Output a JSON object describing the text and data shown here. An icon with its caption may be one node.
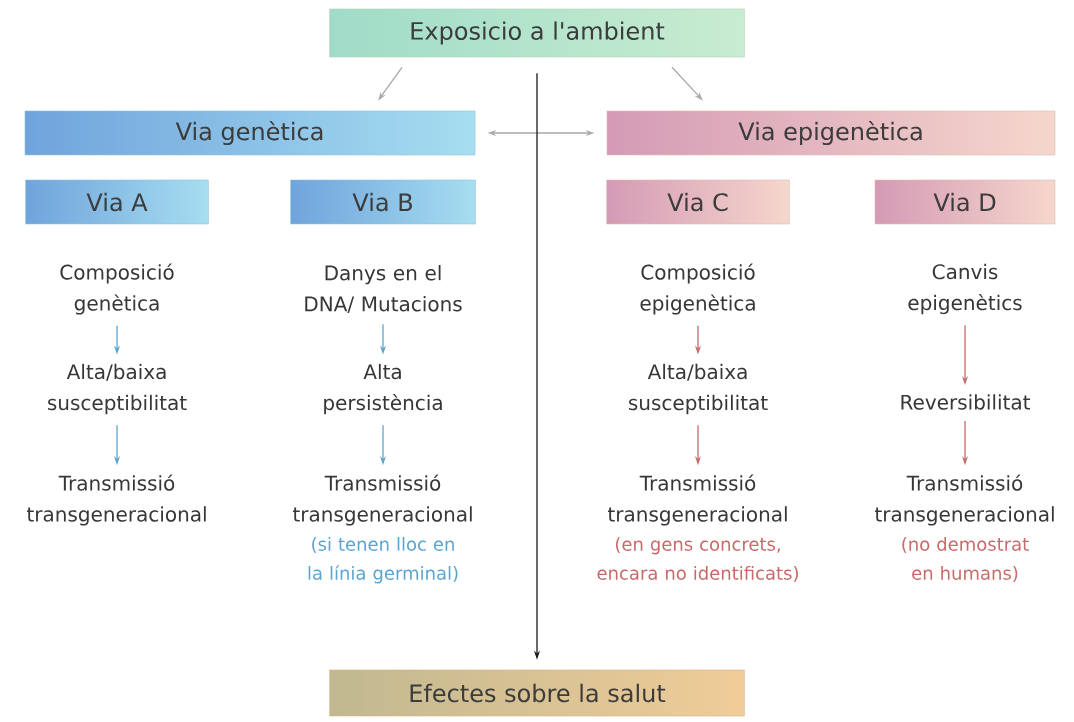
{
  "diagram": {
    "nodes": [
      {
        "text": [
          "Exposicio a l'ambient"
        ]
      },
      {
        "text": [
          "Via genètica"
        ]
      },
      {
        "text": [
          "Via epigenètica"
        ]
      },
      {
        "text": [
          "Via A"
        ]
      },
      {
        "text": [
          "Via B"
        ]
      },
      {
        "text": [
          "Via C"
        ]
      },
      {
        "text": [
          "Via D"
        ]
      },
      {
        "text": [
          "Composició genètica"
        ]
      },
      {
        "text": [
          "Alta/baixa susceptibilitat"
        ]
      },
      {
        "text": [
          "Transmissió transgeneracional"
        ]
      },
      {
        "text": [
          "Danys en el DNA/ Mutacions"
        ]
      },
      {
        "text": [
          "Alta persistència"
        ]
      },
      {
        "text": [
          "Transmissió transgeneracional"
        ],
        "beside": [
          "(si tenen lloc en la línia germinal)"
        ]
      },
      {
        "text": [
          "Composició epigenètica"
        ]
      },
      {
        "text": [
          "Alta/baixa susceptibilitat"
        ]
      },
      {
        "text": [
          "Transmissió transgeneracional"
        ],
        "beside": [
          "(en gens concrets, encara no identificats)"
        ]
      },
      {
        "text": [
          "Canvis epigenètics"
        ]
      },
      {
        "text": [
          "Reversibilitat"
        ]
      },
      {
        "text": [
          "Transmissió transgeneracional"
        ],
        "beside": [
          "(no demostrat en humans)"
        ]
      },
      {
        "text": [
          "Efectes sobre la salut"
        ]
      }
    ],
    "edges": [
      {
        "from": 0,
        "to": 1,
        "arrow": "to",
        "color": "#a8a8a8"
      },
      {
        "from": 0,
        "to": 2,
        "arrow": "to",
        "color": "#a8a8a8"
      },
      {
        "from": 1,
        "to": 2,
        "arrow": "both",
        "color": "#a8a8a8"
      },
      {
        "from": 0,
        "to": 19,
        "arrow": "to",
        "color": "#1a1a1a"
      },
      {
        "from": 7,
        "to": 8,
        "arrow": "to",
        "color": "#5aa5d0"
      },
      {
        "from": 8,
        "to": 9,
        "arrow": "to",
        "color": "#5aa5d0"
      },
      {
        "from": 10,
        "to": 11,
        "arrow": "to",
        "color": "#5aa5d0"
      },
      {
        "from": 11,
        "to": 12,
        "arrow": "to",
        "color": "#5aa5d0"
      },
      {
        "from": 13,
        "to": 14,
        "arrow": "to",
        "color": "#c86a6a"
      },
      {
        "from": 14,
        "to": 15,
        "arrow": "to",
        "color": "#c86a6a"
      },
      {
        "from": 16,
        "to": 17,
        "arrow": "to",
        "color": "#c86a6a"
      },
      {
        "from": 17,
        "to": 18,
        "arrow": "to",
        "color": "#c86a6a"
      }
    ]
  }
}
